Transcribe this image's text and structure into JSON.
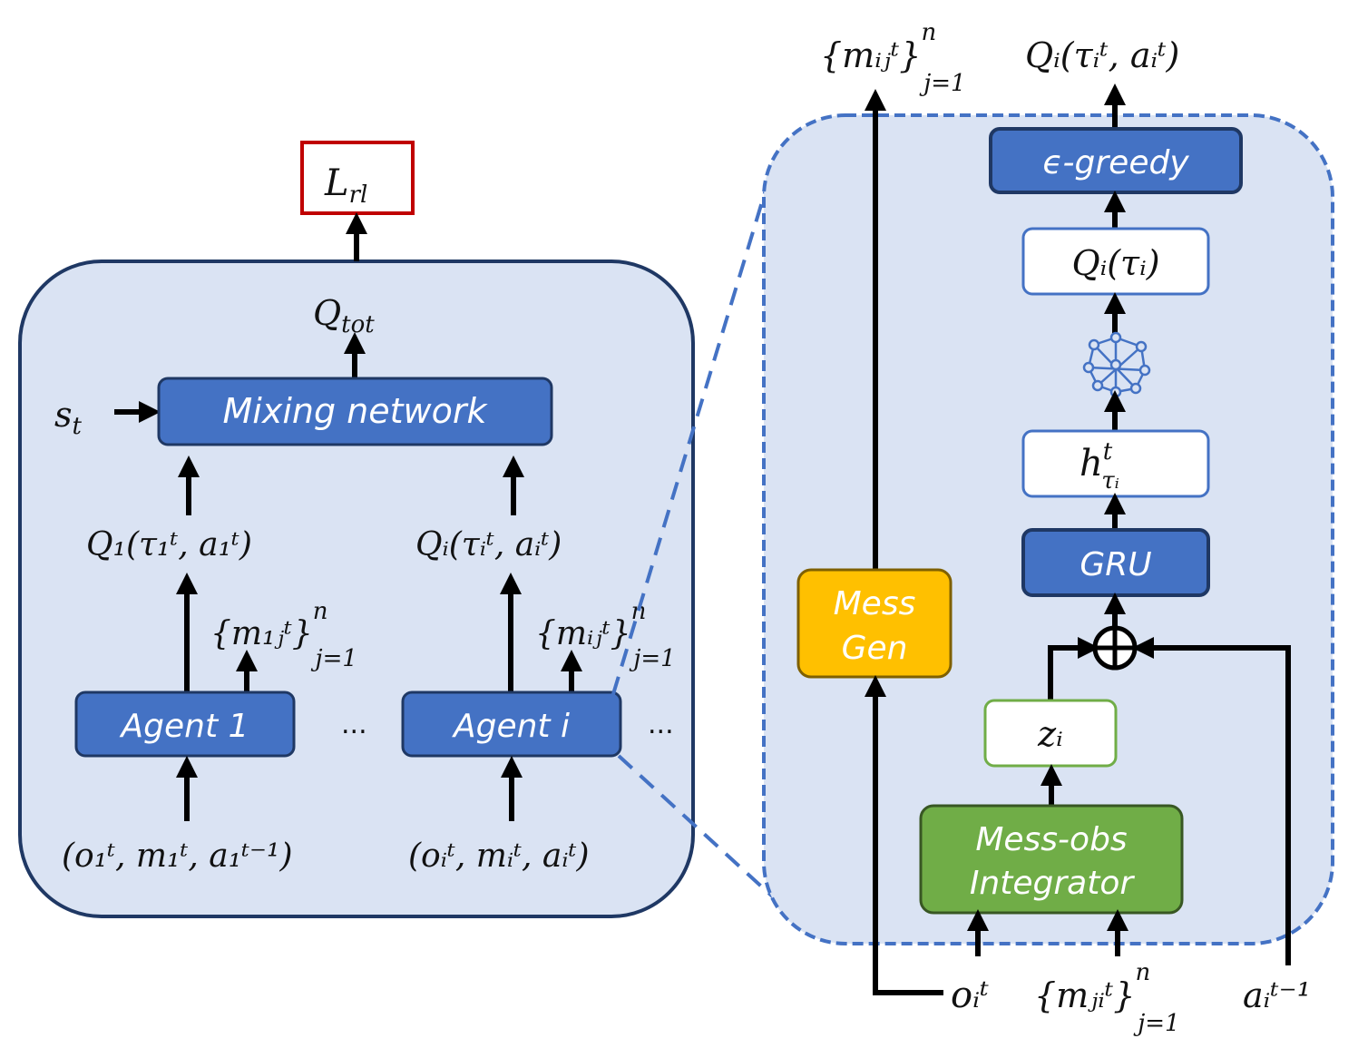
{
  "loss_box": {
    "label": "L",
    "sub": "rl"
  },
  "left_panel": {
    "q_tot": {
      "base": "Q",
      "sub": "tot"
    },
    "state": {
      "base": "s",
      "sub": "t"
    },
    "mixing_network": "Mixing network",
    "agent_1": "Agent 1",
    "agent_i": "Agent i",
    "ellipsis": "...",
    "q1_label": "Q₁(τ₁ᵗ, a₁ᵗ)",
    "qi_label": "Qᵢ(τᵢᵗ, aᵢᵗ)",
    "m1_label": "{m₁ⱼᵗ}",
    "mi_label": "{mᵢⱼᵗ}",
    "msg_range_sup": "n",
    "msg_range_sub": "j=1",
    "input_1": "(o₁ᵗ, m₁ᵗ, a₁ᵗ⁻¹)",
    "input_i": "(oᵢᵗ, mᵢᵗ, aᵢᵗ)"
  },
  "right_panel": {
    "out_messages": "{mᵢⱼᵗ}",
    "out_messages_sup": "n",
    "out_messages_sub": "j=1",
    "out_q": "Qᵢ(τᵢᵗ, aᵢᵗ)",
    "epsilon_greedy": "ϵ-greedy",
    "q_tau": "Qᵢ(τᵢ)",
    "hidden": "h",
    "hidden_sup": "t",
    "hidden_sub": "τᵢ",
    "gru": "GRU",
    "mess_gen_line1": "Mess",
    "mess_gen_line2": "Gen",
    "z": "zᵢ",
    "integrator_line1": "Mess-obs",
    "integrator_line2": "Integrator",
    "in_obs": "oᵢᵗ",
    "in_msgs": "{mⱼᵢᵗ}",
    "in_msgs_sup": "n",
    "in_msgs_sub": "j=1",
    "in_action": "aᵢᵗ⁻¹"
  },
  "colors": {
    "panel_fill": "#dae3f3",
    "panel_stroke": "#1f3864",
    "blue_box": "#4472c4",
    "blue_box_stroke": "#1f3864",
    "dashed": "#4472c4",
    "loss_stroke": "#c00000",
    "orange": "#ffc000",
    "green": "#70ad47",
    "green_light_stroke": "#70ad47",
    "white_box_stroke": "#4472c4"
  }
}
